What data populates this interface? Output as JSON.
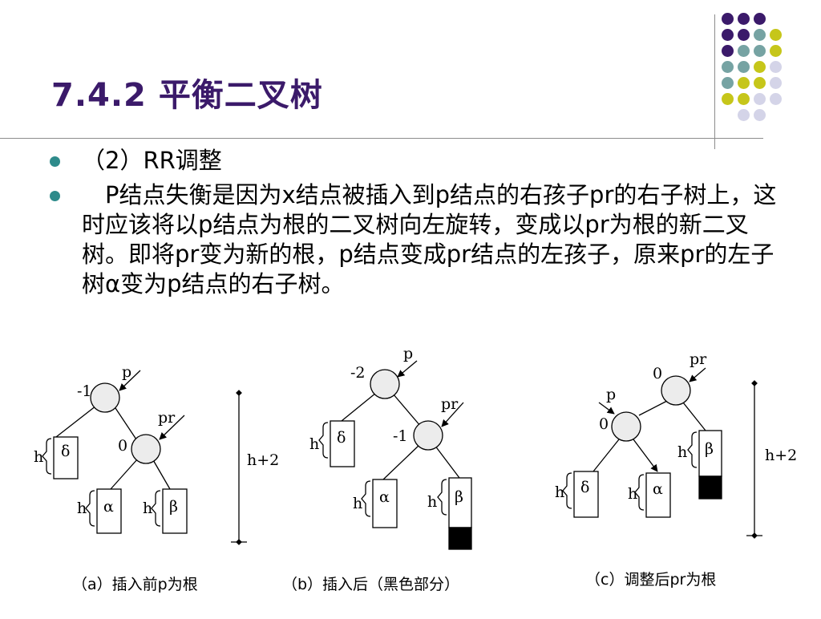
{
  "title": "7.4.2 平衡二叉树",
  "bullets": [
    "（2）RR调整",
    "　P结点失衡是因为x结点被插入到p结点的右孩子pr的右子树上，这时应该将以p结点为根的二叉树向左旋转，变成以pr为根的新二叉树。即将pr变为新的根，p结点变成pr结点的左孩子，原来pr的左子树α变为p结点的右子树。"
  ],
  "colors": {
    "title": "#3b1a6a",
    "bullet": "#2e8b8b",
    "dot_purple": "#3b1a6a",
    "dot_teal": "#76a3a3",
    "dot_yellow": "#c6c61a",
    "dot_lavender": "#d4d4e8"
  },
  "figures": {
    "a": {
      "caption": "（a）插入前p为根",
      "p_label": "p",
      "pr_label": "pr",
      "p_bf": "-1",
      "pr_bf": "0",
      "delta": "δ",
      "alpha": "α",
      "beta": "β",
      "h": "h",
      "height": "h+2"
    },
    "b": {
      "caption": "（b）插入后（黑色部分）",
      "p_label": "p",
      "pr_label": "pr",
      "p_bf": "-2",
      "pr_bf": "-1",
      "delta": "δ",
      "alpha": "α",
      "beta": "β",
      "h": "h"
    },
    "c": {
      "caption": "（c）调整后pr为根",
      "p_label": "p",
      "pr_label": "pr",
      "p_bf": "0",
      "pr_bf": "0",
      "delta": "δ",
      "alpha": "α",
      "beta": "β",
      "h": "h",
      "height": "h+2"
    }
  }
}
